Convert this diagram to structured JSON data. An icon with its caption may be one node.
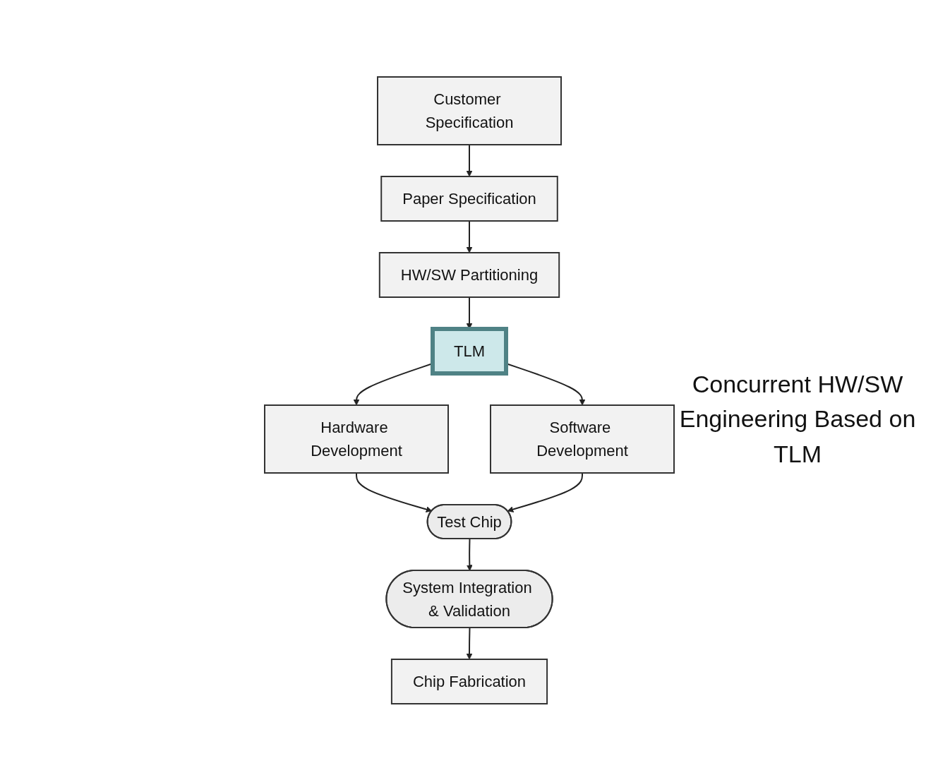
{
  "diagram": {
    "nodes": [
      {
        "text": [
          "Customer Specification"
        ]
      },
      {
        "text": [
          "Paper Specification"
        ]
      },
      {
        "text": [
          "HW/SW Partitioning"
        ]
      },
      {
        "text": [
          "TLM"
        ]
      },
      {
        "text": [
          "Hardware Development"
        ]
      },
      {
        "text": [
          "Software Development"
        ]
      },
      {
        "text": [
          "Test Chip"
        ]
      },
      {
        "text": [
          "System Integration & Validation"
        ]
      },
      {
        "text": [
          "Chip Fabrication"
        ]
      }
    ],
    "edges": [
      {
        "from": 0,
        "to": 1,
        "arrow": "to"
      },
      {
        "from": 1,
        "to": 2,
        "arrow": "to"
      },
      {
        "from": 2,
        "to": 3,
        "arrow": "to"
      },
      {
        "from": 3,
        "to": 4,
        "arrow": "to"
      },
      {
        "from": 3,
        "to": 5,
        "arrow": "to"
      },
      {
        "from": 4,
        "to": 6,
        "arrow": "to"
      },
      {
        "from": 5,
        "to": 6,
        "arrow": "to"
      },
      {
        "from": 6,
        "to": 7,
        "arrow": "to"
      },
      {
        "from": 7,
        "to": 8,
        "arrow": "to"
      }
    ],
    "labels": [
      "Concurrent HW/SW Engineering Based on TLM"
    ]
  }
}
